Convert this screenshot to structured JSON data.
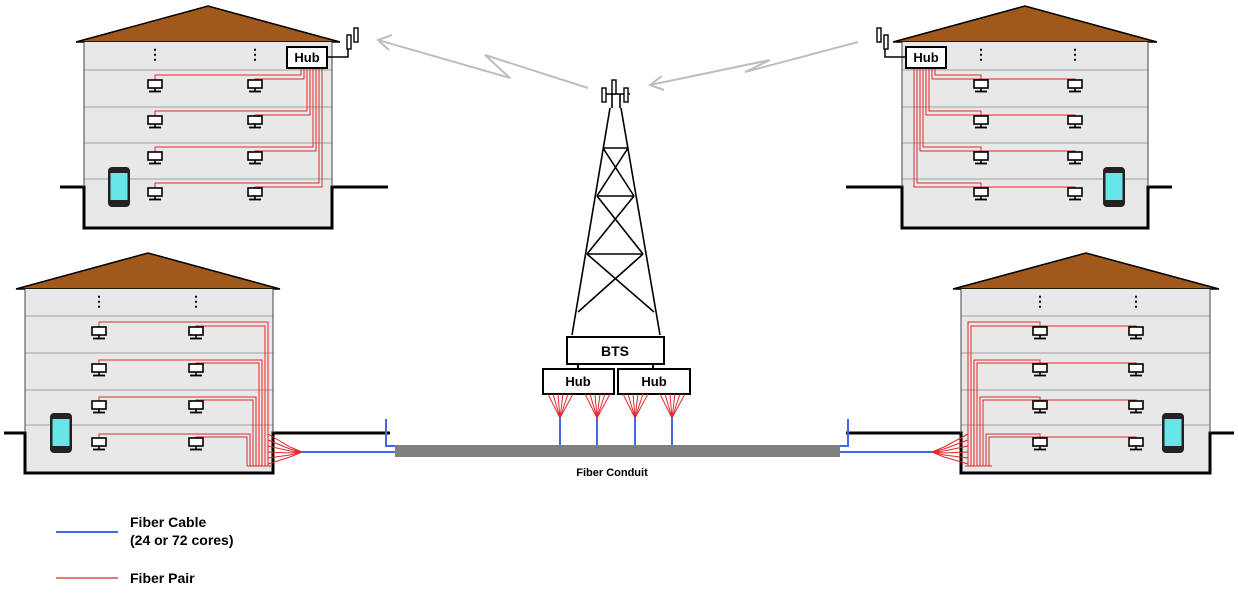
{
  "labels": {
    "hub": "Hub",
    "bts": "BTS",
    "fiber_conduit": "Fiber Conduit",
    "vertical_dots": "⋮"
  },
  "legend": {
    "fiber_cable_line1": "Fiber Cable",
    "fiber_cable_line2": "(24 or 72 cores)",
    "fiber_pair": "Fiber Pair"
  },
  "colors": {
    "roof": "#A0591B",
    "wall": "#E8E8E8",
    "floor_line": "#B8B8B8",
    "fiber_cable": "#4169E1",
    "fiber_pair": "#E0282C",
    "conduit": "#808080",
    "signal_arrow": "#BEBEBE",
    "phone_screen": "#66E6E6"
  },
  "icons": {
    "computer": "desktop-computer-icon",
    "phone": "mobile-phone-icon",
    "antenna": "antenna-icon",
    "tower": "cell-tower-icon"
  }
}
